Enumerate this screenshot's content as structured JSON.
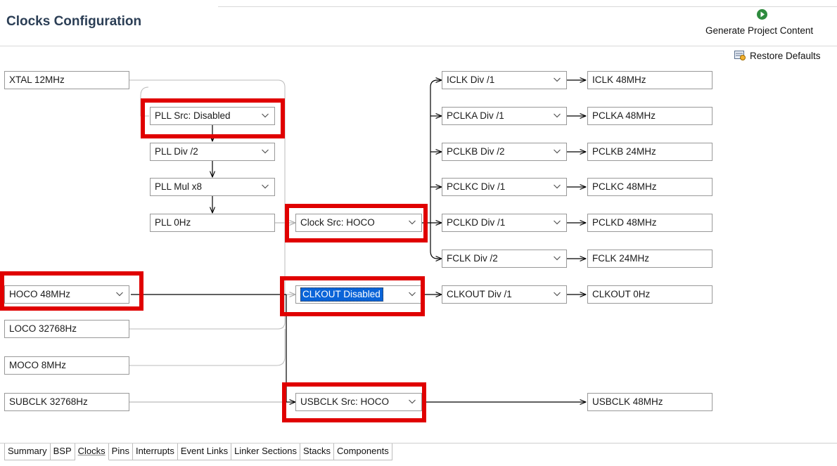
{
  "header": {
    "title": "Clocks Configuration",
    "generate_label": "Generate Project Content",
    "generate_icon": "play-circle-icon",
    "restore_label": "Restore Defaults",
    "restore_icon": "restore-defaults-icon"
  },
  "sources": {
    "xtal": "XTAL 12MHz",
    "hoco": "HOCO 48MHz",
    "loco": "LOCO 32768Hz",
    "moco": "MOCO 8MHz",
    "subclk": "SUBCLK 32768Hz"
  },
  "pll": {
    "src": "PLL Src: Disabled",
    "div": "PLL Div /2",
    "mul": "PLL Mul x8",
    "out": "PLL 0Hz"
  },
  "mux": {
    "clock_src": "Clock Src: HOCO",
    "clkout": "CLKOUT Disabled",
    "usbclk_src": "USBCLK Src: HOCO"
  },
  "dividers": {
    "iclk": "ICLK Div /1",
    "pclka": "PCLKA Div /1",
    "pclkb": "PCLKB Div /2",
    "pclkc": "PCLKC Div /1",
    "pclkd": "PCLKD Div /1",
    "fclk": "FCLK Div /2",
    "clkout": "CLKOUT Div /1"
  },
  "outputs": {
    "iclk": "ICLK 48MHz",
    "pclka": "PCLKA 48MHz",
    "pclkb": "PCLKB 24MHz",
    "pclkc": "PCLKC 48MHz",
    "pclkd": "PCLKD 48MHz",
    "fclk": "FCLK 24MHz",
    "clkout": "CLKOUT 0Hz",
    "usbclk": "USBCLK 48MHz"
  },
  "tabs": [
    "Summary",
    "BSP",
    "Clocks",
    "Pins",
    "Interrupts",
    "Event Links",
    "Linker Sections",
    "Stacks",
    "Components"
  ],
  "active_tab": "Clocks",
  "colors": {
    "highlight": "#e00000",
    "selection": "#0a64d8",
    "title": "#2b3e55",
    "generate_icon": "#2e8b3e"
  }
}
